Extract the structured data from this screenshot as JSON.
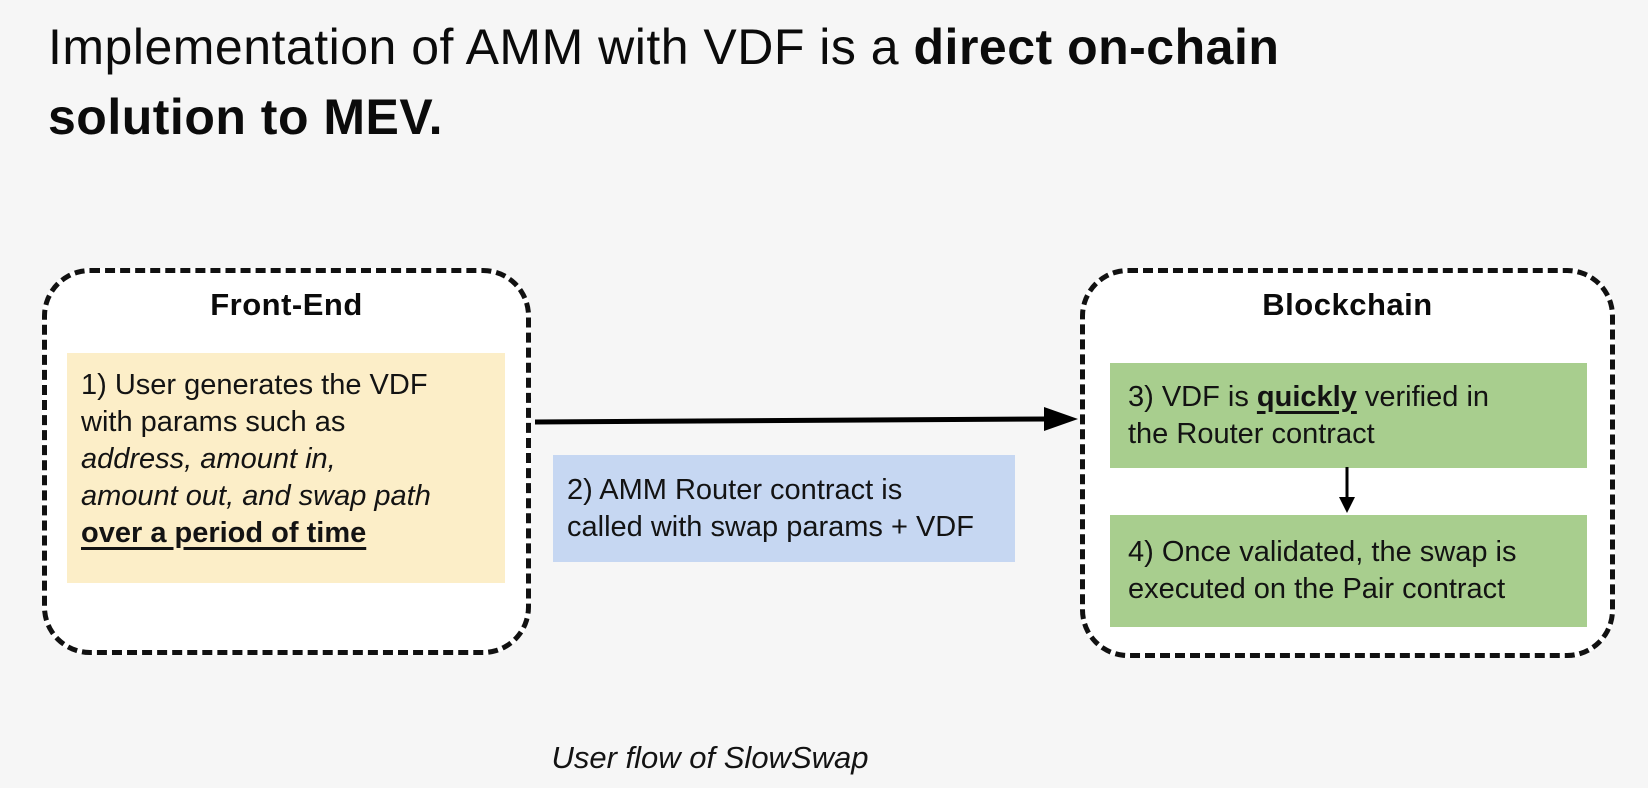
{
  "title": {
    "line1_regular": "Implementation of AMM with VDF is a ",
    "line1_bold": "direct on-chain",
    "line2_bold": "solution to MEV."
  },
  "frontend": {
    "label": "Front-End",
    "step1": {
      "line1": "1) User generates the VDF",
      "line2": "with params such as",
      "line3_italic": "address, amount in,",
      "line4_italic": "amount out, and swap path",
      "line5_bold_underline": "over a period of time"
    }
  },
  "transfer": {
    "step2": {
      "line1": "2) AMM Router contract is",
      "line2": "called with swap params + VDF"
    }
  },
  "blockchain": {
    "label": "Blockchain",
    "step3": {
      "line1_pre": "3) VDF is ",
      "line1_emph": "quickly",
      "line1_post": " verified in",
      "line2": "the Router contract"
    },
    "step4": {
      "line1": "4) Once validated, the swap is",
      "line2": "executed on the Pair contract"
    }
  },
  "caption": "User flow of SlowSwap",
  "colors": {
    "page_background": "#F6F6F6",
    "container_fill": "#FFFFFF",
    "container_border": "#111111",
    "step1_fill": "#FCEEC8",
    "step2_fill": "#C6D7F2",
    "step3_step4_fill": "#A8CE8E",
    "arrow": "#000000",
    "text": "#131313"
  }
}
